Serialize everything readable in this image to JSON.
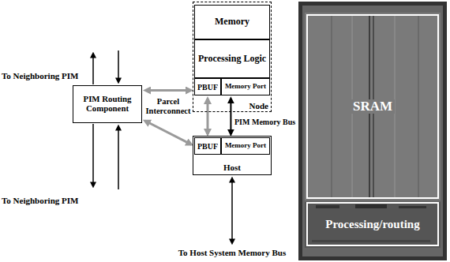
{
  "diagram": {
    "nodes": [
      {
        "text": [
          "Node"
        ]
      },
      {
        "text": [
          "Memory"
        ],
        "in": 0
      },
      {
        "text": [
          "Processing Logic"
        ],
        "in": 0
      },
      {
        "text": [
          "PBUF"
        ],
        "in": 0
      },
      {
        "text": [
          "Memory Port"
        ],
        "in": 0
      },
      {
        "text": [
          "PIM Routing Component"
        ]
      },
      {
        "text": [
          "Host"
        ]
      },
      {
        "text": [
          "PBUF"
        ],
        "in": 6
      },
      {
        "text": [
          "Memory Port"
        ],
        "in": 6
      },
      {
        "text": [
          "SRAM"
        ]
      },
      {
        "text": [
          "Processing/routing"
        ]
      }
    ],
    "edges": [
      {
        "from": 5,
        "to": 3,
        "arrow": "both"
      },
      {
        "from": 5,
        "to": 7,
        "arrow": "both"
      },
      {
        "from": 3,
        "to": 7,
        "arrow": "both"
      },
      {
        "from": 4,
        "to": 8,
        "arrow": "both"
      }
    ],
    "labels": [
      "To Neighboring PIM",
      "To Neighboring PIM",
      "Parcel Interconnect",
      "PIM Memory Bus",
      "To Host System Memory Bus"
    ]
  }
}
